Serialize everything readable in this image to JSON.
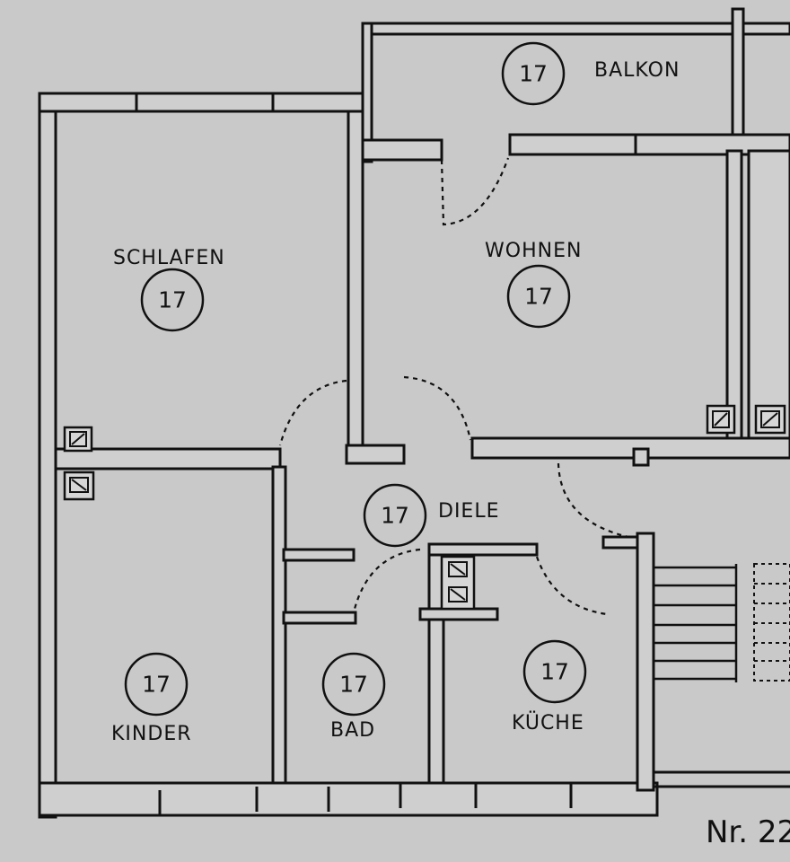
{
  "rooms": {
    "balkon": {
      "name": "BALKON",
      "number": "17"
    },
    "schlafen": {
      "name": "SCHLAFEN",
      "number": "17"
    },
    "wohnen": {
      "name": "WOHNEN",
      "number": "17"
    },
    "diele": {
      "name": "DIELE",
      "number": "17"
    },
    "kinder": {
      "name": "KINDER",
      "number": "17"
    },
    "bad": {
      "name": "BAD",
      "number": "17"
    },
    "kueche": {
      "name": "KÜCHE",
      "number": "17"
    }
  },
  "plan_number": "Nr. 22"
}
